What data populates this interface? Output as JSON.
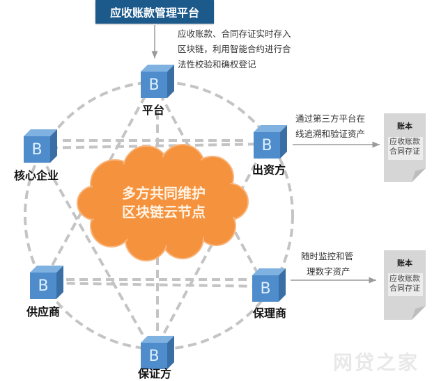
{
  "header": {
    "title": "应收账款管理平台"
  },
  "platform_note": {
    "lines": [
      "应收账款、合同存证实时存入",
      "区块链，利用智能合约进行合",
      "法性校验和确权登记"
    ]
  },
  "cloud": {
    "lines": [
      "多方共同维护",
      "区块链云节点"
    ],
    "color": "#f5923e"
  },
  "nodes": [
    {
      "id": "platform",
      "label": "平台",
      "glyph": "B"
    },
    {
      "id": "funder",
      "label": "出资方",
      "glyph": "B"
    },
    {
      "id": "factor",
      "label": "保理商",
      "glyph": "B"
    },
    {
      "id": "guarantor",
      "label": "保证方",
      "glyph": "B"
    },
    {
      "id": "supplier",
      "label": "供应商",
      "glyph": "B"
    },
    {
      "id": "core",
      "label": "核心企业",
      "glyph": "B"
    }
  ],
  "funder_note": {
    "lines": [
      "通过第三方平台在",
      "线追溯和验证资产"
    ]
  },
  "factor_note": {
    "lines": [
      "随时监控和管",
      "理数字资产"
    ]
  },
  "ledgers": [
    {
      "title": "账本",
      "lines": [
        "应收账款",
        "合同存证"
      ]
    },
    {
      "title": "账本",
      "lines": [
        "应收账款",
        "合同存证"
      ]
    }
  ],
  "watermark": "网贷之家",
  "colors": {
    "header_bg": "#1d5a8c",
    "cube_front": "#4f8ccb",
    "cube_top": "#7fb2e0",
    "cube_side": "#3a6fa6",
    "dash": "#c4c4c4",
    "cloud": "#f5923e",
    "ledger": "#d6d6d6"
  }
}
